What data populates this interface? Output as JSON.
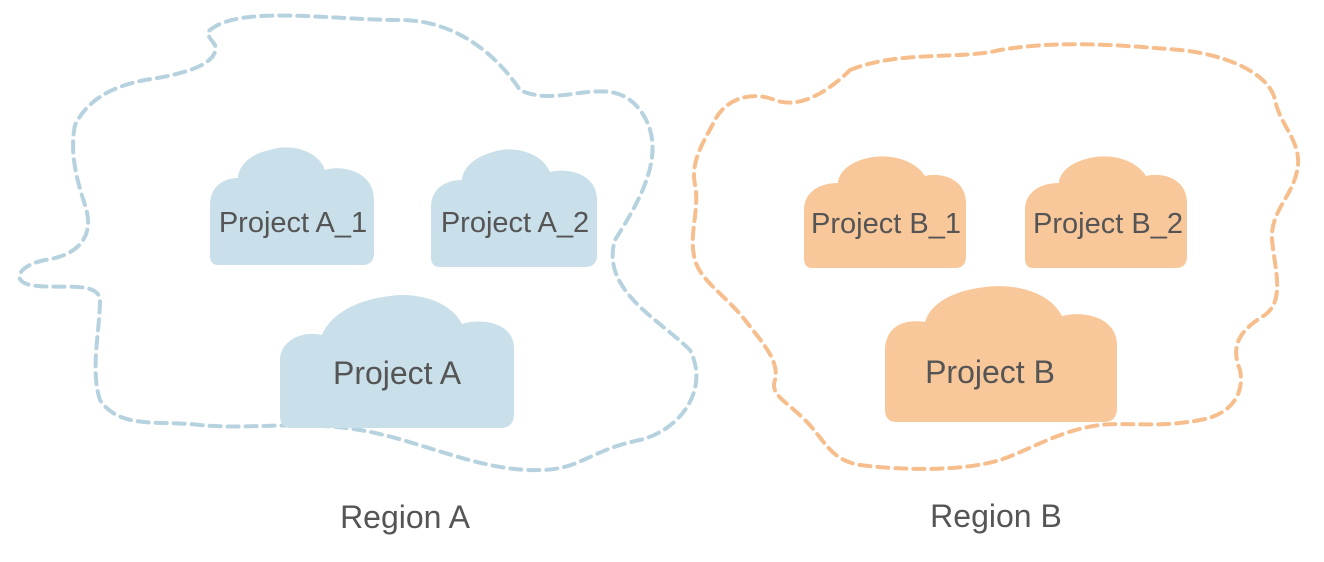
{
  "regions": [
    {
      "name": "Region A",
      "color": "#c9dfe9",
      "border_color": "#b7d2df",
      "projects": {
        "sub1": "Project A_1",
        "sub2": "Project A_2",
        "main": "Project A"
      }
    },
    {
      "name": "Region B",
      "color": "#f8c79a",
      "border_color": "#f7be8d",
      "projects": {
        "sub1": "Project B_1",
        "sub2": "Project B_2",
        "main": "Project B"
      }
    }
  ]
}
